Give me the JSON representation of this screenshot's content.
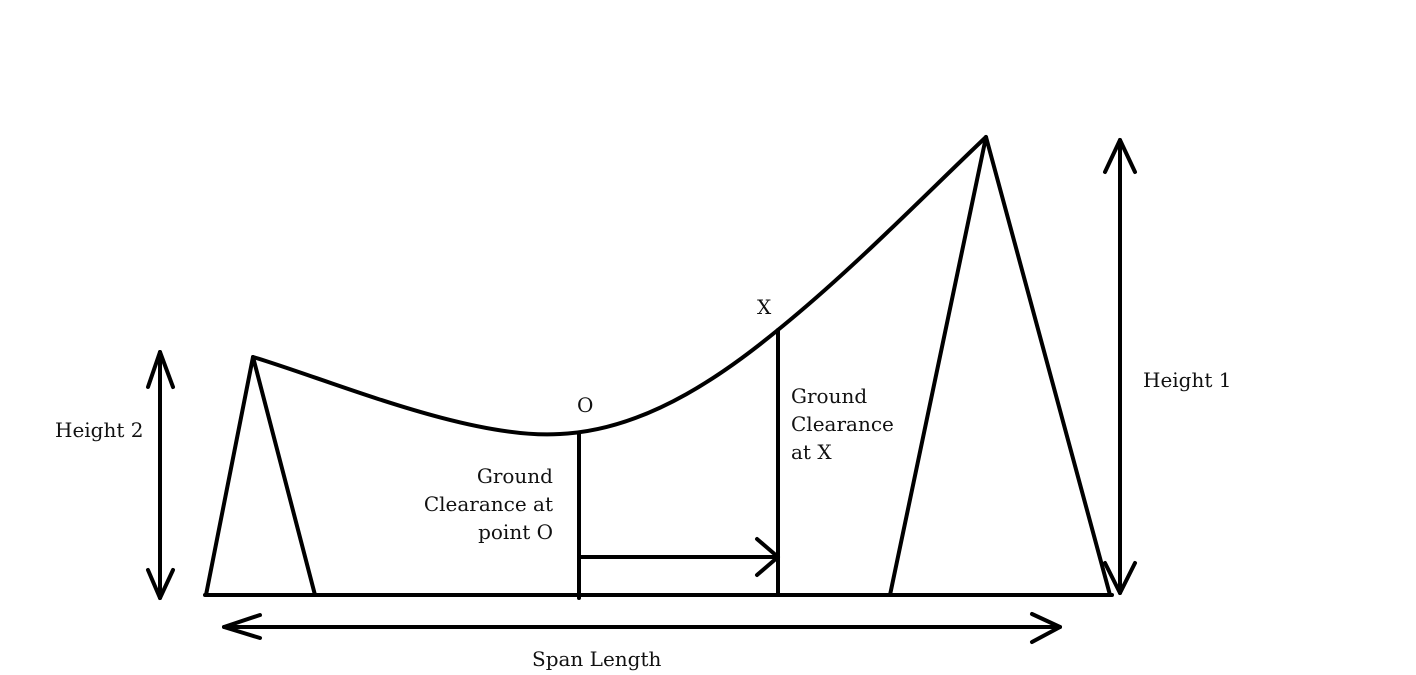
{
  "labels": {
    "height_1": "Height 1",
    "height_2": "Height 2",
    "point_o": "O",
    "point_x": "X",
    "clearance_o": [
      "Ground",
      "Clearance at",
      "point O"
    ],
    "clearance_x": [
      "Ground",
      "Clearance",
      "at X"
    ],
    "span_length": "Span Length"
  }
}
